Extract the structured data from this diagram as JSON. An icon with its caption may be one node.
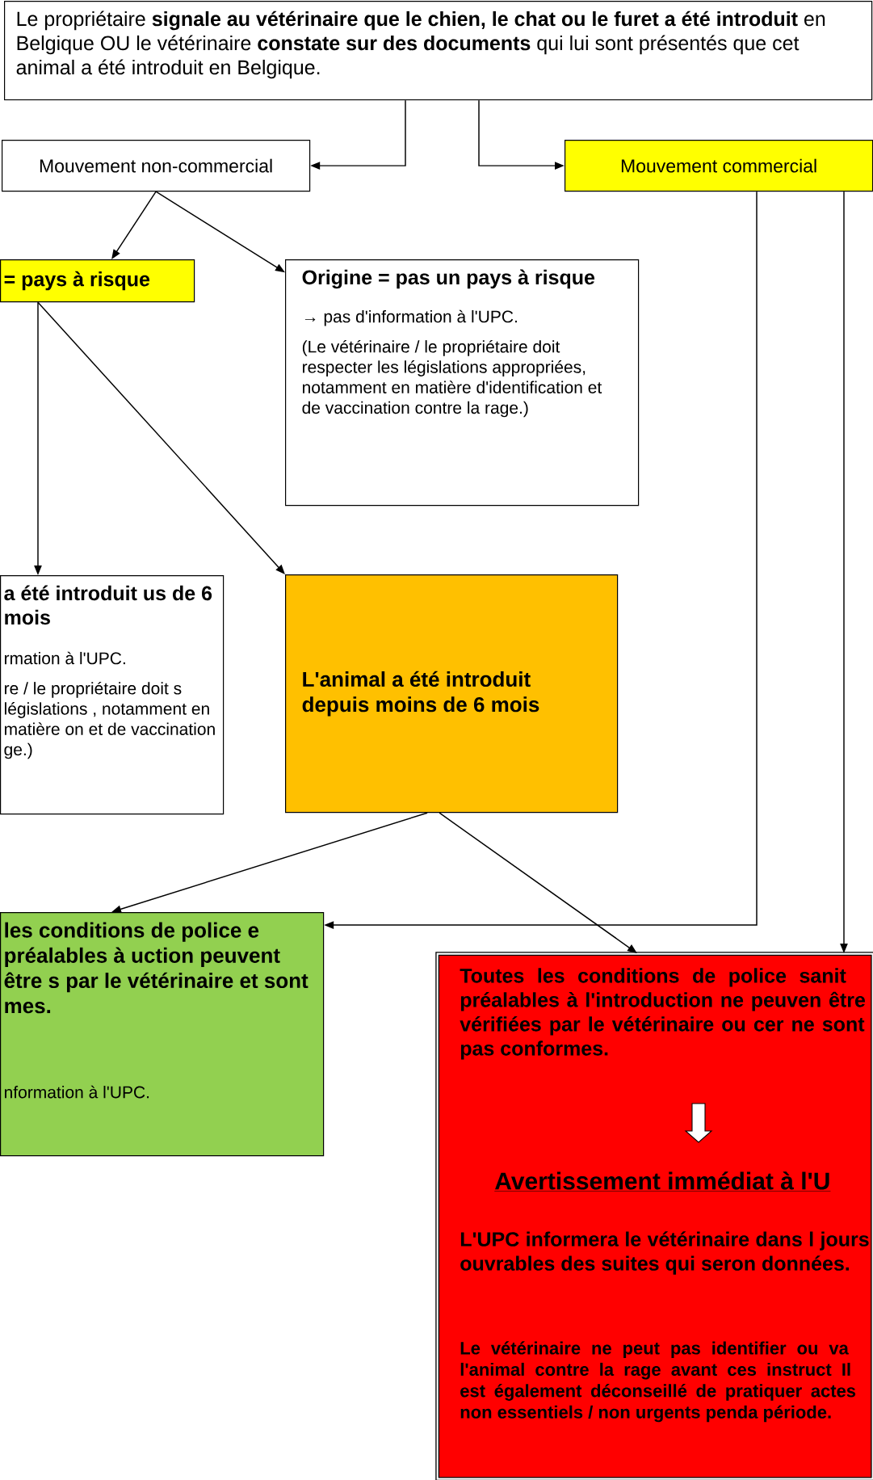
{
  "diagram": {
    "nodes": [
      {
        "text": [
          "Le propriétaire **signale au vétérinaire que le chien, le chat ou le furet a été introduit** en Belgique OU le vétérinaire **constate sur des documents** qui lui sont présentés que cet animal a été introduit en Belgique."
        ]
      },
      {
        "text": [
          "Mouvement non-commercial"
        ]
      },
      {
        "text": [
          "Mouvement commercial"
        ]
      },
      {
        "text": [
          "=  pays à risque"
        ]
      },
      {
        "text": [
          "Origine  =  pas un pays à risque",
          "→ pas d'information à l'UPC.",
          "(Le vétérinaire / le propriétaire doit respecter les législations appropriées, notamment en matière d'identification et de vaccination contre la rage.)"
        ]
      },
      {
        "text": [
          "a été introduit us de 6 mois",
          "rmation à l'UPC.",
          "re / le propriétaire doit s législations , notamment en matière on et de vaccination ge.)"
        ]
      },
      {
        "text": [
          "L'animal a été introduit depuis moins de 6 mois"
        ]
      },
      {
        "text": [
          "les conditions de police e préalables à uction peuvent être s par le vétérinaire et sont mes.",
          "nformation à l'UPC."
        ]
      },
      {
        "text": [
          "Toutes les conditions de police sanit préalables à l'introduction ne peuven être vérifiées par le vétérinaire ou cer ne sont pas conformes.",
          "Avertissement immédiat à l'U",
          "L'UPC informera le vétérinaire dans l jours ouvrables des suites qui seron données.",
          "Le vétérinaire ne peut pas identifier ou va l'animal contre la rage avant ces instruct Il est également déconseillé de pratiquer actes non essentiels / non urgents penda période."
        ]
      }
    ],
    "edges": [
      {
        "from": 0,
        "to": 1,
        "arrow": "to"
      },
      {
        "from": 0,
        "to": 2,
        "arrow": "to"
      },
      {
        "from": 1,
        "to": 3,
        "arrow": "to"
      },
      {
        "from": 1,
        "to": 4,
        "arrow": "to"
      },
      {
        "from": 3,
        "to": 5,
        "arrow": "to"
      },
      {
        "from": 3,
        "to": 6,
        "arrow": "to"
      },
      {
        "from": 6,
        "to": 7,
        "arrow": "to"
      },
      {
        "from": 6,
        "to": 8,
        "arrow": "to"
      },
      {
        "from": 2,
        "to": 7,
        "arrow": "to"
      },
      {
        "from": 2,
        "to": 8,
        "arrow": "to"
      }
    ]
  }
}
